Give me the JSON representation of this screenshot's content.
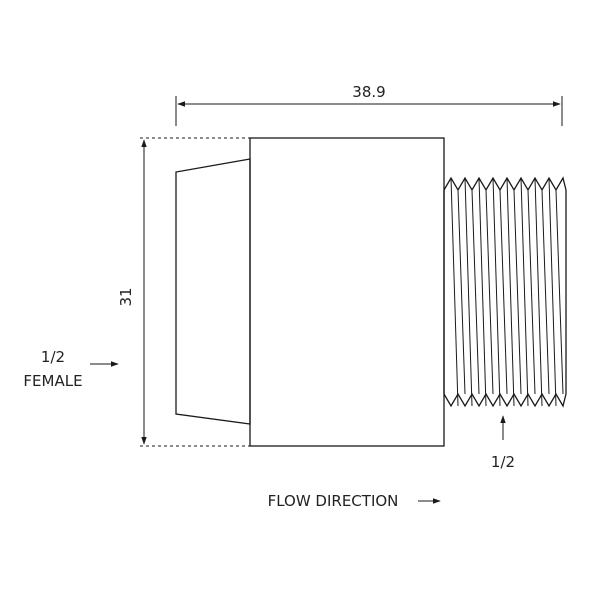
{
  "dimensions": {
    "length": "38.9",
    "height": "31"
  },
  "labels": {
    "inlet_size": "1/2",
    "inlet_type": "FEMALE",
    "outlet_size": "1/2",
    "flow_direction": "FLOW DIRECTION"
  },
  "colors": {
    "line": "#1a1a1a",
    "text": "#222222",
    "background": "#ffffff"
  }
}
